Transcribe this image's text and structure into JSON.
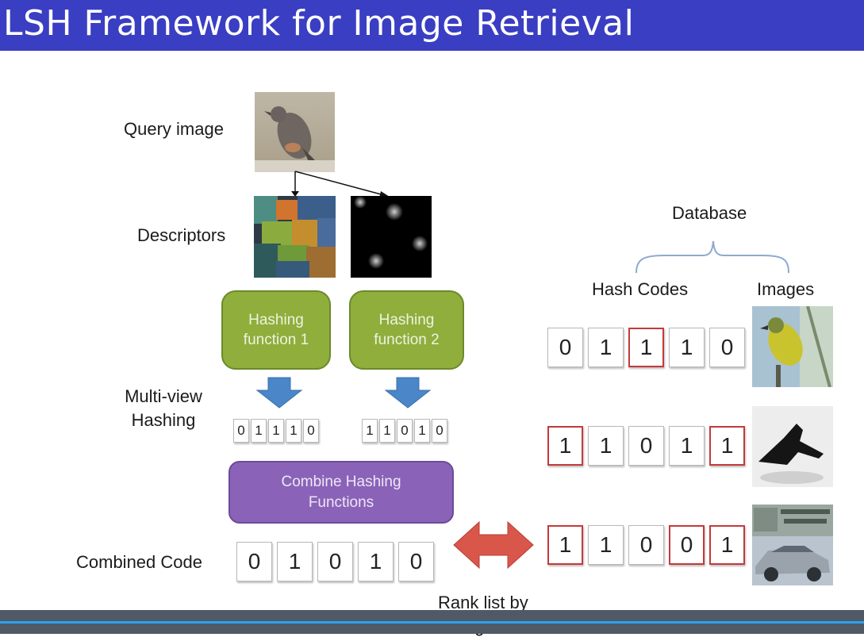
{
  "title": "LSH Framework for Image Retrieval",
  "labels": {
    "query_image": "Query image",
    "descriptors": "Descriptors",
    "multiview_line1": "Multi-view",
    "multiview_line2": "Hashing",
    "combined_code": "Combined Code",
    "database": "Database",
    "hash_codes": "Hash Codes",
    "images": "Images",
    "rank_line1": "Rank list by",
    "rank_line2": "hamming distance"
  },
  "hashing_functions": [
    {
      "line1": "Hashing",
      "line2": "function 1"
    },
    {
      "line1": "Hashing",
      "line2": "function 2"
    }
  ],
  "combine": {
    "line1": "Combine Hashing",
    "line2": "Functions"
  },
  "multiview_codes": [
    [
      "0",
      "1",
      "1",
      "1",
      "0"
    ],
    [
      "1",
      "1",
      "0",
      "1",
      "0"
    ]
  ],
  "combined_code_bits": [
    "0",
    "1",
    "0",
    "1",
    "0"
  ],
  "database_rows": [
    {
      "bits": [
        "0",
        "1",
        "1",
        "1",
        "0"
      ],
      "mismatch": [
        false,
        false,
        true,
        false,
        false
      ],
      "image": "yellow bird"
    },
    {
      "bits": [
        "1",
        "1",
        "0",
        "1",
        "1"
      ],
      "mismatch": [
        true,
        false,
        false,
        false,
        true
      ],
      "image": "black airplane"
    },
    {
      "bits": [
        "1",
        "1",
        "0",
        "0",
        "1"
      ],
      "mismatch": [
        true,
        false,
        false,
        true,
        true
      ],
      "image": "silver car"
    }
  ],
  "colors": {
    "title_bar": "#3a3ec2",
    "hashing_box": "#8fae3c",
    "combine_box": "#8a63b8",
    "down_arrow": "#4a86c8",
    "double_arrow": "#d9564a",
    "mismatch_border": "#c43a3a",
    "brace": "#8fa9cf"
  }
}
